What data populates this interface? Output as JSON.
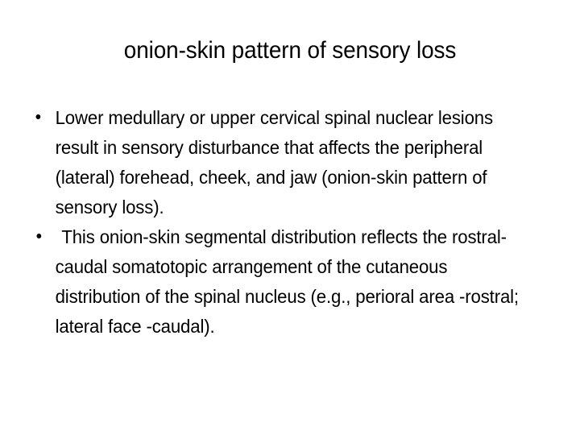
{
  "slide": {
    "title": "onion-skin pattern of sensory loss",
    "background_color": "#ffffff",
    "text_color": "#000000",
    "bullets": [
      {
        "marker": "bullet-dot",
        "text": "Lower medullary or upper cervical spinal nuclear lesions result in sensory disturbance that affects the peripheral (lateral) forehead, cheek, and jaw (onion-skin pattern of sensory loss)."
      },
      {
        "marker": "bullet-dot",
        "text": " This onion-skin segmental distribution reflects the rostral-caudal somatotopic arrangement of the cutaneous distribution of the spinal nucleus (e.g., perioral area -rostral; lateral face -caudal)."
      }
    ]
  }
}
